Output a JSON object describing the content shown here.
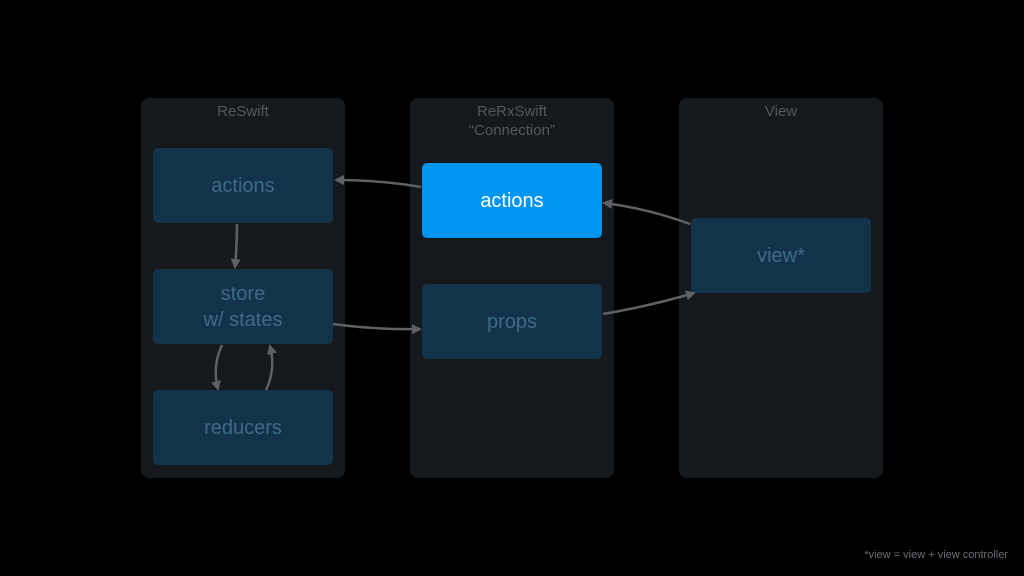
{
  "panels": {
    "reswift": {
      "title": "ReSwift"
    },
    "rerxswift": {
      "title": "ReRxSwift\n“Connection”"
    },
    "view": {
      "title": "View"
    }
  },
  "nodes": {
    "reswift_actions": "actions",
    "store": "store\nw/ states",
    "reducers": "reducers",
    "connection_actions": "actions",
    "props": "props",
    "view": "view*"
  },
  "footnote": "*view = view + view controller",
  "colors": {
    "background": "#000000",
    "panel": "#15181c",
    "node": "#13334b",
    "node_text": "#3f6a87",
    "active_node": "#0096f0",
    "arrow": "#5f6164"
  }
}
